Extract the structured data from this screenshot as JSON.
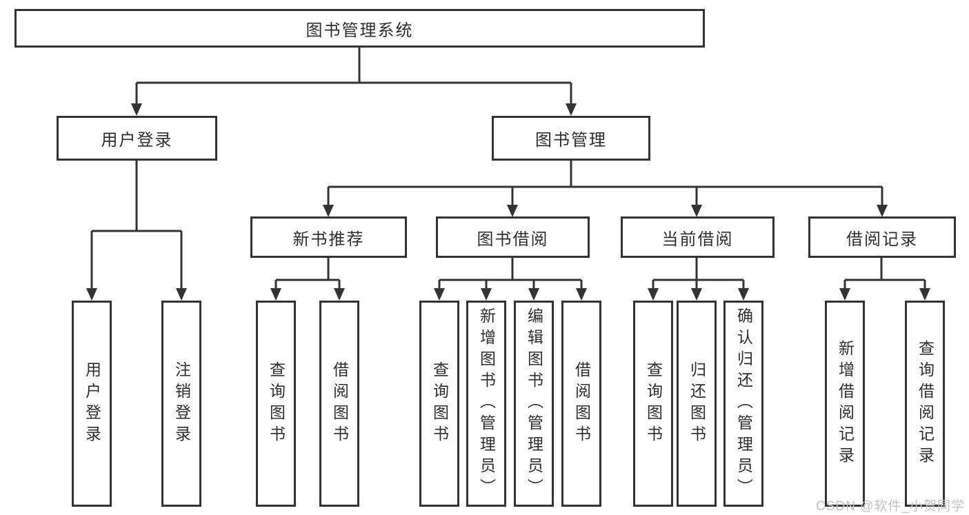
{
  "tree": {
    "label": "图书管理系统",
    "children": [
      {
        "label": "用户登录",
        "children": [
          {
            "label": "用户登录"
          },
          {
            "label": "注销登录"
          }
        ]
      },
      {
        "label": "图书管理",
        "children": [
          {
            "label": "新书推荐",
            "children": [
              {
                "label": "查询图书"
              },
              {
                "label": "借阅图书"
              }
            ]
          },
          {
            "label": "图书借阅",
            "children": [
              {
                "label": "查询图书"
              },
              {
                "label": "新增图书（管理员）"
              },
              {
                "label": "编辑图书（管理员）"
              },
              {
                "label": "借阅图书"
              }
            ]
          },
          {
            "label": "当前借阅",
            "children": [
              {
                "label": "查询图书"
              },
              {
                "label": "归还图书"
              },
              {
                "label": "确认归还（管理员）"
              }
            ]
          },
          {
            "label": "借阅记录",
            "children": [
              {
                "label": "新增借阅记录"
              },
              {
                "label": "查询借阅记录"
              }
            ]
          }
        ]
      }
    ]
  },
  "watermark": {
    "text": "CSDN @软件_小贺同学"
  },
  "colors": {
    "line": "#333333",
    "text": "#2e2e2e",
    "background": "#ffffff",
    "watermark": "#c2c2c2"
  }
}
